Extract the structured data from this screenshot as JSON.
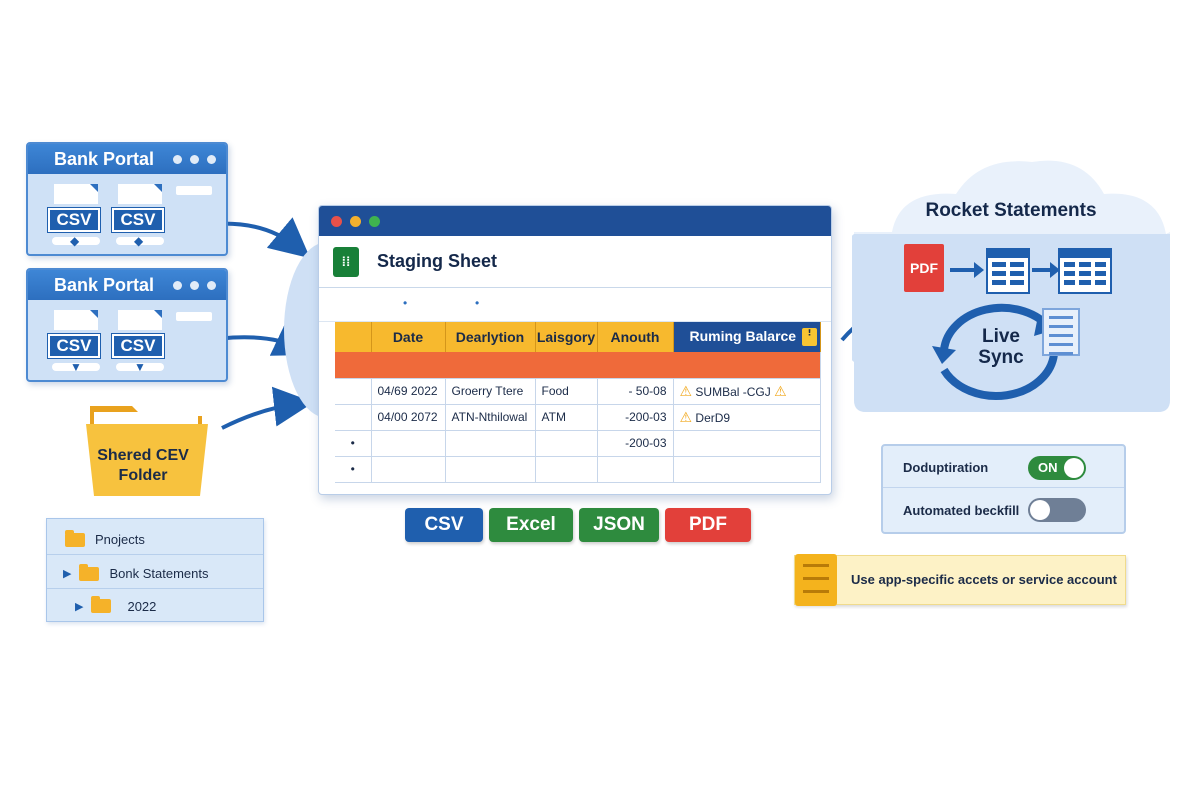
{
  "portals": [
    {
      "title": "Bank Portal",
      "buttons": [
        "CSV",
        "CSV"
      ]
    },
    {
      "title": "Bank Portal",
      "buttons": [
        "CSV",
        "CSV"
      ]
    }
  ],
  "folder": {
    "label_line1": "Shered CEV",
    "label_line2": "Folder"
  },
  "tree": {
    "items": [
      "Pnojects",
      "Bonk Statements",
      "2022"
    ]
  },
  "staging": {
    "title": "Staging Sheet",
    "icon_label": "⁞⁞",
    "columns": [
      "Date",
      "Dearlytion",
      "Laisgory",
      "Anouth",
      "Ruming Balarce"
    ],
    "rows": [
      {
        "date": "04/69 2022",
        "desc": "Groerry Ttere",
        "cat": "Food",
        "amount": "- 50-08",
        "balance": "SUMBal -CGJ"
      },
      {
        "date": "04/00 2072",
        "desc": "ATN-Nthilowal",
        "cat": "ATM",
        "amount": "-200-03",
        "balance": "DerD9"
      },
      {
        "date": "",
        "desc": "",
        "cat": "",
        "amount": "-200-03",
        "balance": ""
      },
      {
        "date": "",
        "desc": "",
        "cat": "",
        "amount": "",
        "balance": ""
      }
    ]
  },
  "formats": [
    {
      "label": "CSV",
      "color": "#1f5fae"
    },
    {
      "label": "Excel",
      "color": "#2e8b3e"
    },
    {
      "label": "JSON",
      "color": "#2e8b3e"
    },
    {
      "label": "PDF",
      "color": "#e2403a"
    }
  ],
  "rocket": {
    "title": "Rocket Statements",
    "pdf_label": "PDF",
    "live_sync_line1": "Live",
    "live_sync_line2": "Sync"
  },
  "settings": {
    "dedup_label": "Doduptiration",
    "dedup_state": "ON",
    "backfill_label": "Automated beckfill"
  },
  "note": {
    "text": "Use app-specific accets or service account"
  },
  "colors": {
    "primary": "#1f5fae",
    "navy": "#1f4f97",
    "amber": "#f7b92e",
    "green": "#2e8b3e",
    "red": "#e2403a"
  }
}
